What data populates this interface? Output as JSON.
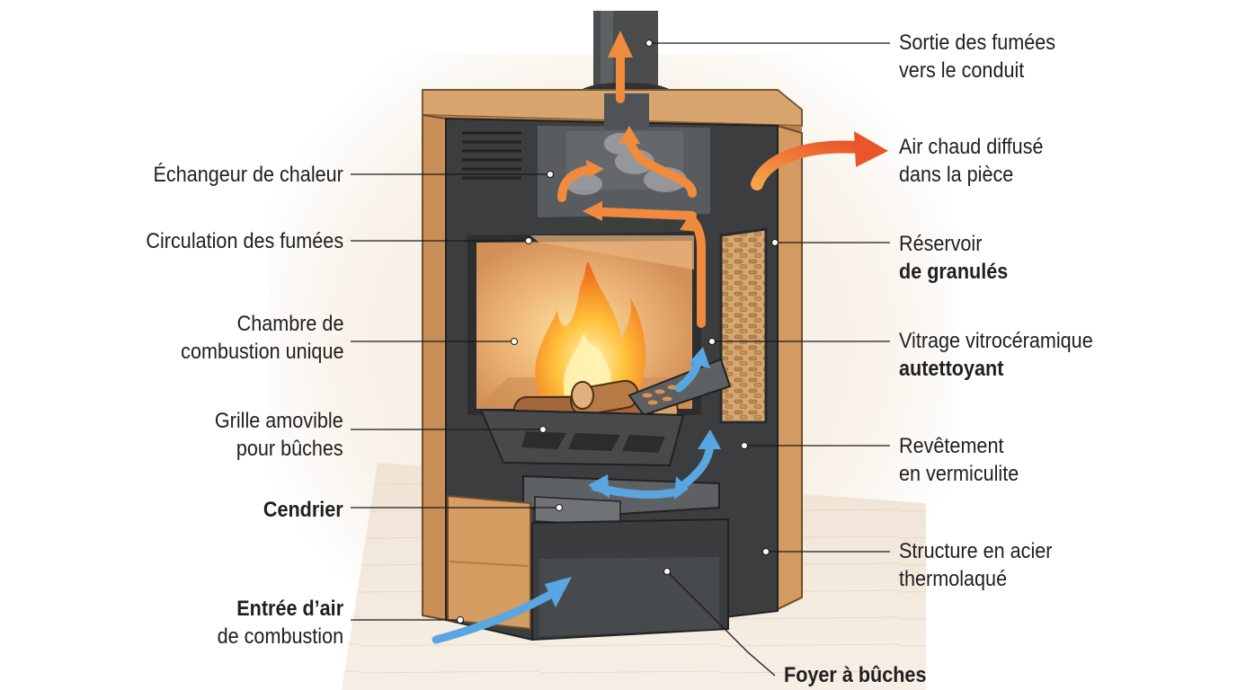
{
  "colors": {
    "wood": "#d8a06a",
    "wood_dark": "#b57a45",
    "steel": "#3d3f41",
    "steel_light": "#56595c",
    "firebox": "#e3a96f",
    "pellet": "#c9975f",
    "flame": "#f59a2a",
    "hot_arrow": "#f08a3c",
    "cold_arrow": "#5aa6e0"
  },
  "labels": {
    "echangeur": [
      "Échangeur de chaleur"
    ],
    "circulation": [
      "Circulation des fumées"
    ],
    "chambre": [
      "Chambre de",
      "combustion unique"
    ],
    "grille": [
      "Grille amovible",
      "pour bûches"
    ],
    "cendrier": [
      "Cendrier"
    ],
    "entree": [
      "Entrée d’air",
      "de combustion"
    ],
    "sortie": [
      "Sortie des fumées",
      "vers le conduit"
    ],
    "air_chaud": [
      "Air chaud diffusé",
      "dans la pièce"
    ],
    "reservoir": [
      "Réservoir",
      "de granulés"
    ],
    "vitrage": [
      "Vitrage vitrocéramique",
      "autettoyant"
    ],
    "revetement": [
      "Revêtement",
      "en vermiculite"
    ],
    "structure": [
      "Structure en acier",
      "thermolaqué"
    ],
    "foyer": [
      "Foyer à bûches"
    ]
  }
}
